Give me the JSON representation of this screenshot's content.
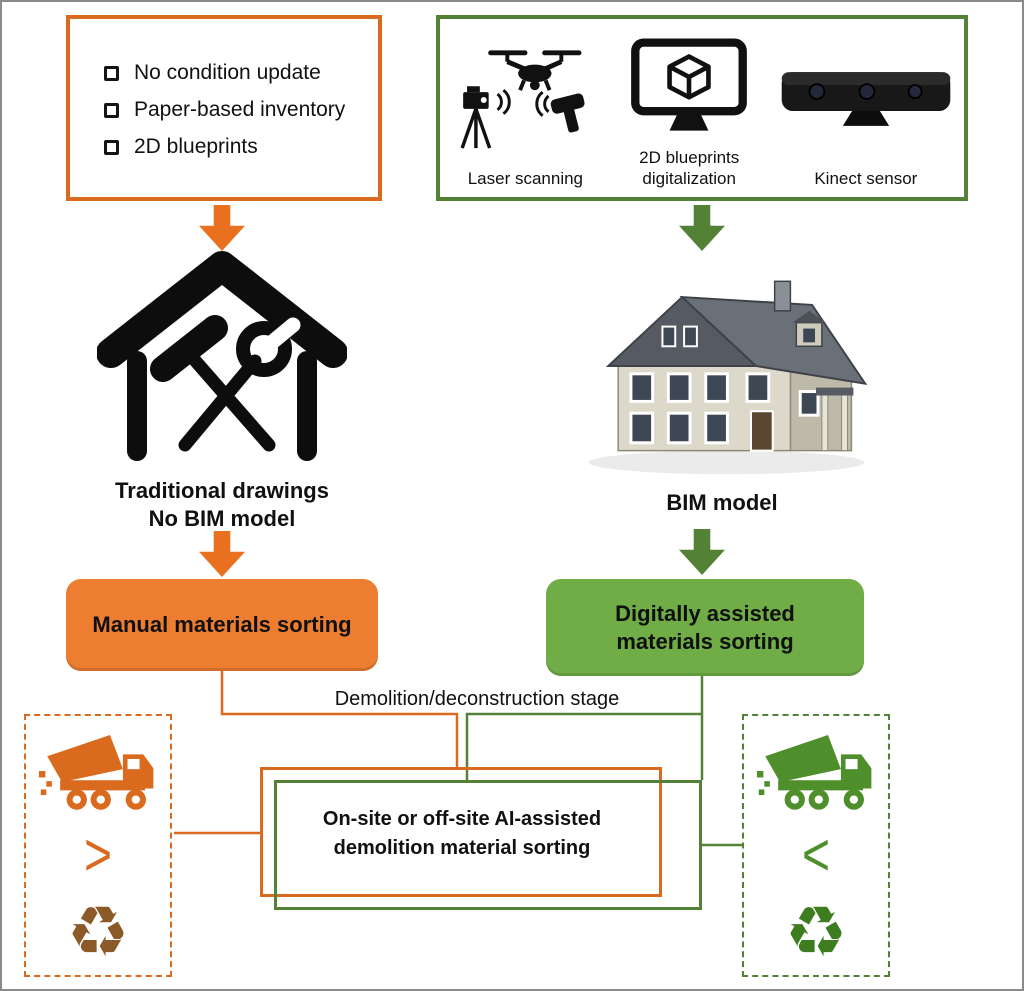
{
  "left_flow": {
    "checklist": [
      {
        "label": "No condition update"
      },
      {
        "label": "Paper-based inventory"
      },
      {
        "label": "2D blueprints"
      }
    ],
    "caption_line1": "Traditional drawings",
    "caption_line2": "No BIM model",
    "sorting_label": "Manual materials sorting"
  },
  "right_flow": {
    "capture_methods": [
      {
        "label_line1": "Laser scanning",
        "label_line2": "",
        "icon": "laser-scanning-icon"
      },
      {
        "label_line1": "2D blueprints",
        "label_line2": "digitalization",
        "icon": "monitor-cube-icon"
      },
      {
        "label_line1": "Kinect sensor",
        "label_line2": "",
        "icon": "kinect-sensor-icon"
      }
    ],
    "caption": "BIM model",
    "sorting_line1": "Digitally assisted",
    "sorting_line2": "materials sorting"
  },
  "center": {
    "stage_label": "Demolition/deconstruction stage",
    "ai_line1": "On-site or off-site AI-assisted",
    "ai_line2": "demolition material sorting"
  },
  "outputs": {
    "left_symbol": ">",
    "right_symbol": "<",
    "recycle_glyph": "♻"
  },
  "colors": {
    "orange": "#D96A20",
    "orange_fill": "#ED7D31",
    "green": "#538135",
    "green_fill": "#70AD47",
    "recycle_left": "#8C5A28",
    "recycle_right": "#3E7D1F",
    "icon_black": "#111111"
  }
}
